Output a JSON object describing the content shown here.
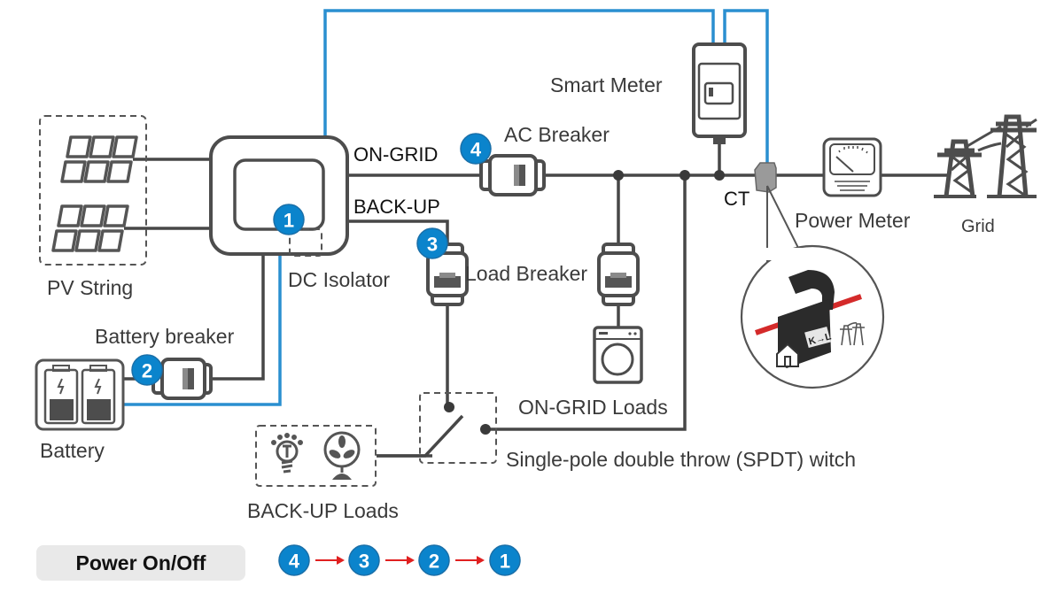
{
  "diagram": {
    "title": "Solar hybrid inverter system wiring diagram",
    "labels": {
      "pv_string": "PV String",
      "dc_isolator": "DC Isolator",
      "on_grid": "ON-GRID",
      "back_up": "BACK-UP",
      "ac_breaker": "AC Breaker",
      "smart_meter": "Smart Meter",
      "ct": "CT",
      "power_meter": "Power Meter",
      "grid": "Grid",
      "load_breaker": "Load Breaker",
      "battery_breaker": "Battery breaker",
      "battery": "Battery",
      "on_grid_loads": "ON-GRID Loads",
      "spdt_switch": "Single-pole double throw (SPDT) witch",
      "back_up_loads": "BACK-UP Loads",
      "ct_label_text": "K→L"
    },
    "badges": {
      "dc_isolator": "1",
      "battery_breaker": "2",
      "load_breaker": "3",
      "ac_breaker": "4"
    },
    "legend": {
      "title": "Power On/Off",
      "sequence": [
        "4",
        "3",
        "2",
        "1"
      ]
    },
    "colors": {
      "badge_blue": "#0b84cc",
      "comm_wire_blue": "#2a8fd0",
      "power_wire": "#474747",
      "arrow_red": "#e02020",
      "ct_cable_red": "#d42a2a"
    }
  }
}
